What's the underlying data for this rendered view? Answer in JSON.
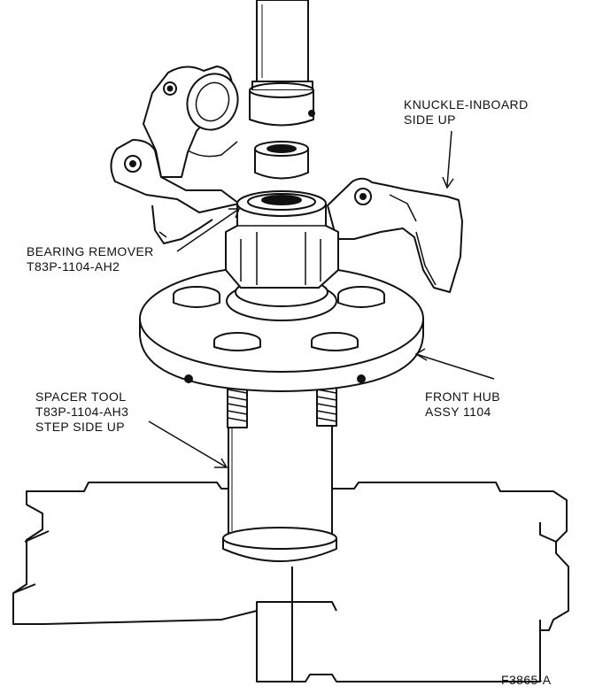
{
  "callouts": {
    "knuckle": {
      "line1": "KNUCKLE-INBOARD",
      "line2": "SIDE UP"
    },
    "bearing_remover": {
      "line1": "BEARING REMOVER",
      "line2": "T83P-1104-AH2"
    },
    "front_hub": {
      "line1": "FRONT HUB",
      "line2": "ASSY 1104"
    },
    "spacer_tool": {
      "line1": "SPACER TOOL",
      "line2": "T83P-1104-AH3",
      "line3": "STEP SIDE UP"
    }
  },
  "figure_id": "F3865-A",
  "colors": {
    "ink": "#111111",
    "paper": "#ffffff"
  }
}
